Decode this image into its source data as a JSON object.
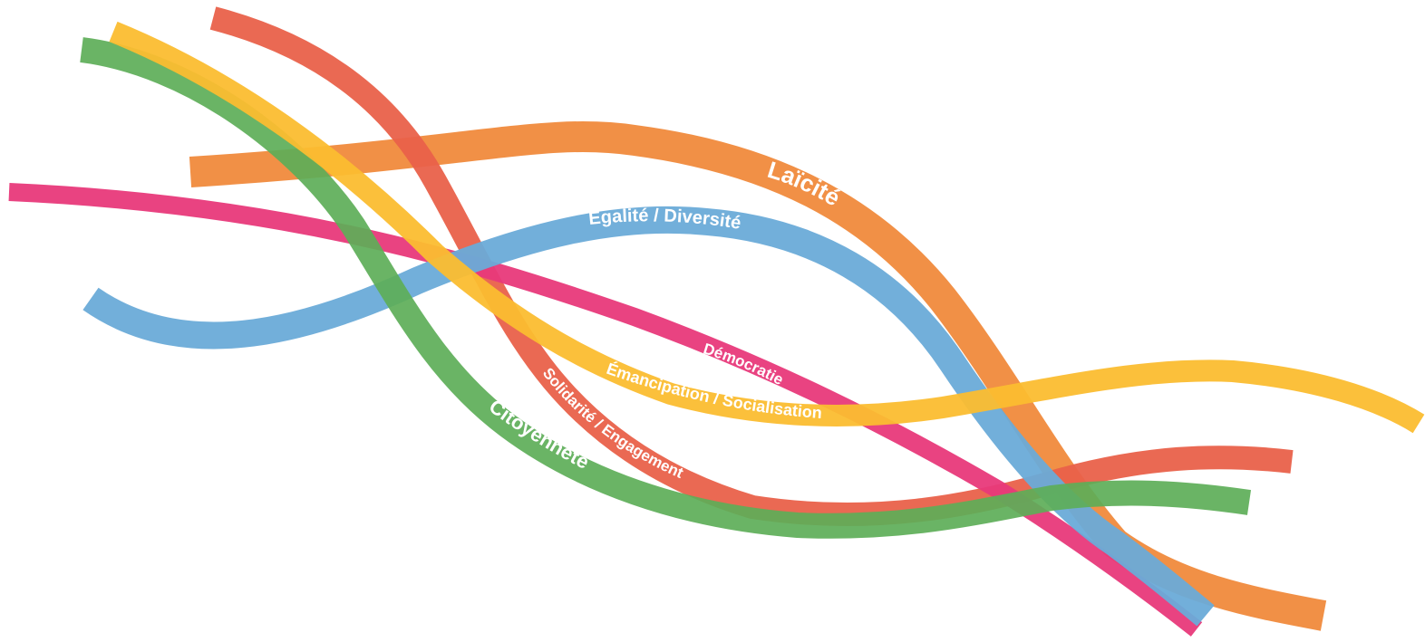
{
  "ribbons": {
    "laicite": {
      "label": "Laïcité",
      "color": "#F08A3C"
    },
    "egalite": {
      "label": "Égalité / Diversité",
      "color": "#6AABD8"
    },
    "democratie": {
      "label": "Démocratie",
      "color": "#E8397A"
    },
    "emancipation": {
      "label": "Émancipation / Socialisation",
      "color": "#FBBD30"
    },
    "solidarite": {
      "label": "Solidarité / Engagement",
      "color": "#E9614A"
    },
    "citoyennete": {
      "label": "Citoyenneté",
      "color": "#5DAE58"
    }
  }
}
